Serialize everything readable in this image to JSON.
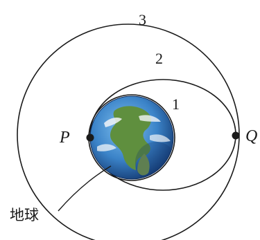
{
  "labels": {
    "orbit_1": "1",
    "orbit_2": "2",
    "orbit_3": "3",
    "point_p": "P",
    "point_q": "Q",
    "earth": "地球"
  },
  "colors": {
    "ink": "#1a1a1a",
    "ocean_light": "#4f9ad8",
    "ocean_dark": "#123e7a",
    "land": "#5f8f3e",
    "cloud": "#f2f5f8"
  }
}
